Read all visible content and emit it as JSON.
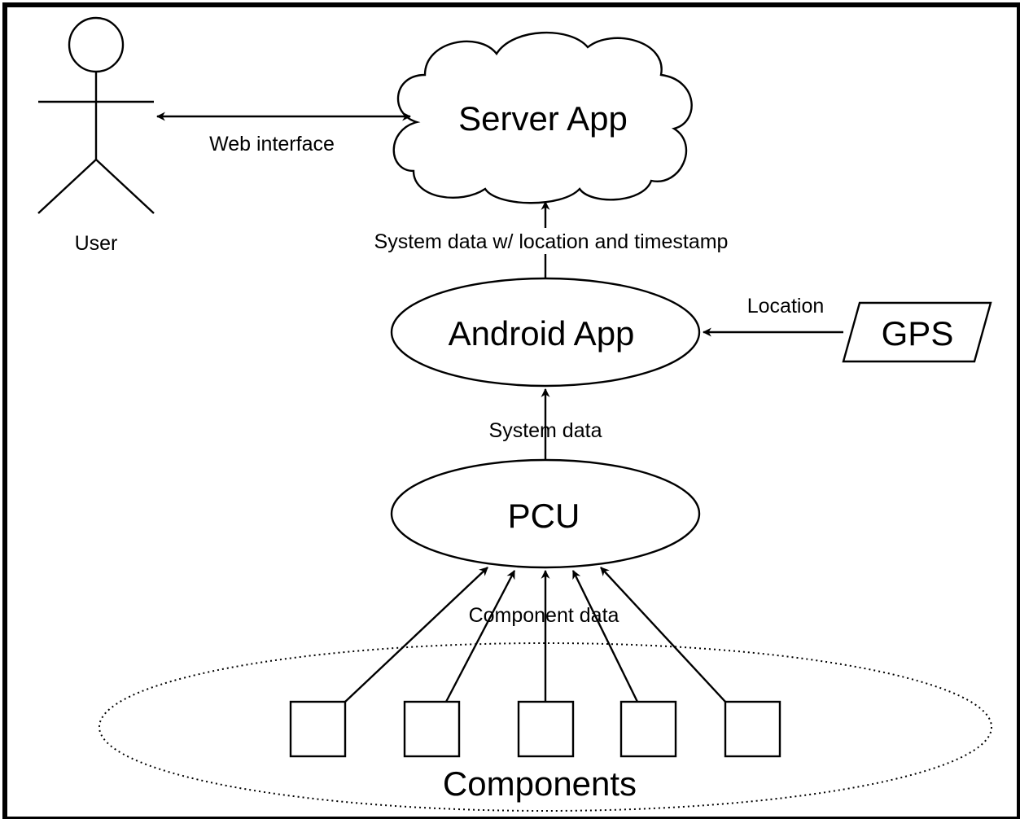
{
  "nodes": {
    "user": {
      "label": "User"
    },
    "server_app": {
      "label": "Server App"
    },
    "android_app": {
      "label": "Android App"
    },
    "gps": {
      "label": "GPS"
    },
    "pcu": {
      "label": "PCU"
    },
    "components": {
      "label": "Components",
      "count": 5
    }
  },
  "edges": {
    "user_server": {
      "label": "Web interface",
      "from": "user",
      "to": "server_app",
      "direction": "both"
    },
    "android_server": {
      "label": "System data w/ location and timestamp",
      "from": "android_app",
      "to": "server_app"
    },
    "gps_android": {
      "label": "Location",
      "from": "gps",
      "to": "android_app"
    },
    "pcu_android": {
      "label": "System data",
      "from": "pcu",
      "to": "android_app"
    },
    "components_pcu": {
      "label": "Component data",
      "from": "components",
      "to": "pcu"
    }
  }
}
